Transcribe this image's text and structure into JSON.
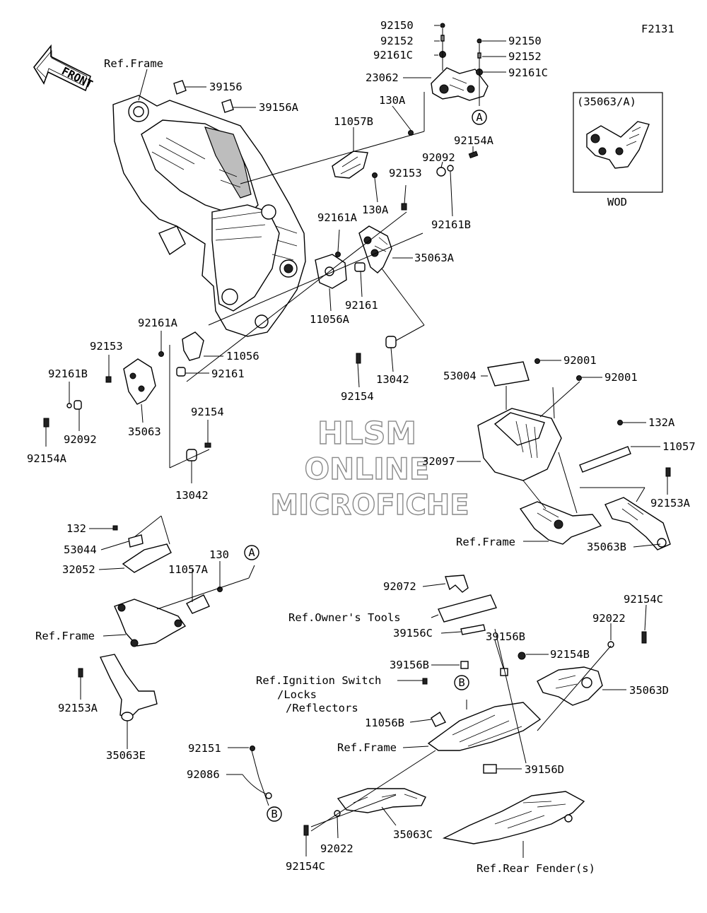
{
  "diagram_code": "F2131",
  "front_label": "FRONT",
  "watermark": {
    "line1": "HLSM",
    "line2": "ONLINE",
    "line3": "MICROFICHE"
  },
  "inset": {
    "title": "(35063/A)",
    "caption": "WOD"
  },
  "callouts": {
    "a_upper": "A",
    "a_lower": "A",
    "b_middle": "B",
    "b_lower": "B"
  },
  "labels": {
    "ref_frame_top": "Ref.Frame",
    "p39156": "39156",
    "p39156A": "39156A",
    "p92150_top": "92150",
    "p92152_top": "92152",
    "p92161C_top": "92161C",
    "p23062": "23062",
    "p92150_right": "92150",
    "p92152_right": "92152",
    "p92161C_right": "92161C",
    "p130A_top": "130A",
    "p11057B": "11057B",
    "p92154A_top": "92154A",
    "p92092_top": "92092",
    "p92153_top": "92153",
    "p130A_mid": "130A",
    "p92161B_top": "92161B",
    "p92161A_top": "92161A",
    "p35063A": "35063A",
    "p92161_top": "92161",
    "p11056A": "11056A",
    "p13042_top": "13042",
    "p92154_top": "92154",
    "p92161A_left": "92161A",
    "p92153_left": "92153",
    "p11056": "11056",
    "p92161B_left": "92161B",
    "p92161_left": "92161",
    "p35063": "35063",
    "p92092_left": "92092",
    "p92154A_left": "92154A",
    "p92154_left": "92154",
    "p13042_left": "13042",
    "p92001_a": "92001",
    "p53004": "53004",
    "p92001_b": "92001",
    "p132A": "132A",
    "p32097": "32097",
    "p11057": "11057",
    "p92153A_right": "92153A",
    "ref_frame_right": "Ref.Frame",
    "p35063B": "35063B",
    "p132": "132",
    "p53044": "53044",
    "p32052": "32052",
    "p130": "130",
    "p11057A": "11057A",
    "ref_frame_left": "Ref.Frame",
    "p92153A_left": "92153A",
    "p35063E": "35063E",
    "p92072": "92072",
    "ref_owners_tools": "Ref.Owner's Tools",
    "p39156C": "39156C",
    "p39156B_right": "39156B",
    "p92154C_right": "92154C",
    "p92022_right": "92022",
    "p92154B": "92154B",
    "p39156B_left": "39156B",
    "ref_ignition_1": "Ref.Ignition Switch",
    "ref_ignition_2": "/Locks",
    "ref_ignition_3": "/Reflectors",
    "p35063D": "35063D",
    "p11056B": "11056B",
    "ref_frame_bottom": "Ref.Frame",
    "p92151": "92151",
    "p39156D": "39156D",
    "p92086": "92086",
    "p35063C": "35063C",
    "p92022_bottom": "92022",
    "p92154C_bottom": "92154C",
    "ref_rear_fender": "Ref.Rear Fender(s)"
  }
}
